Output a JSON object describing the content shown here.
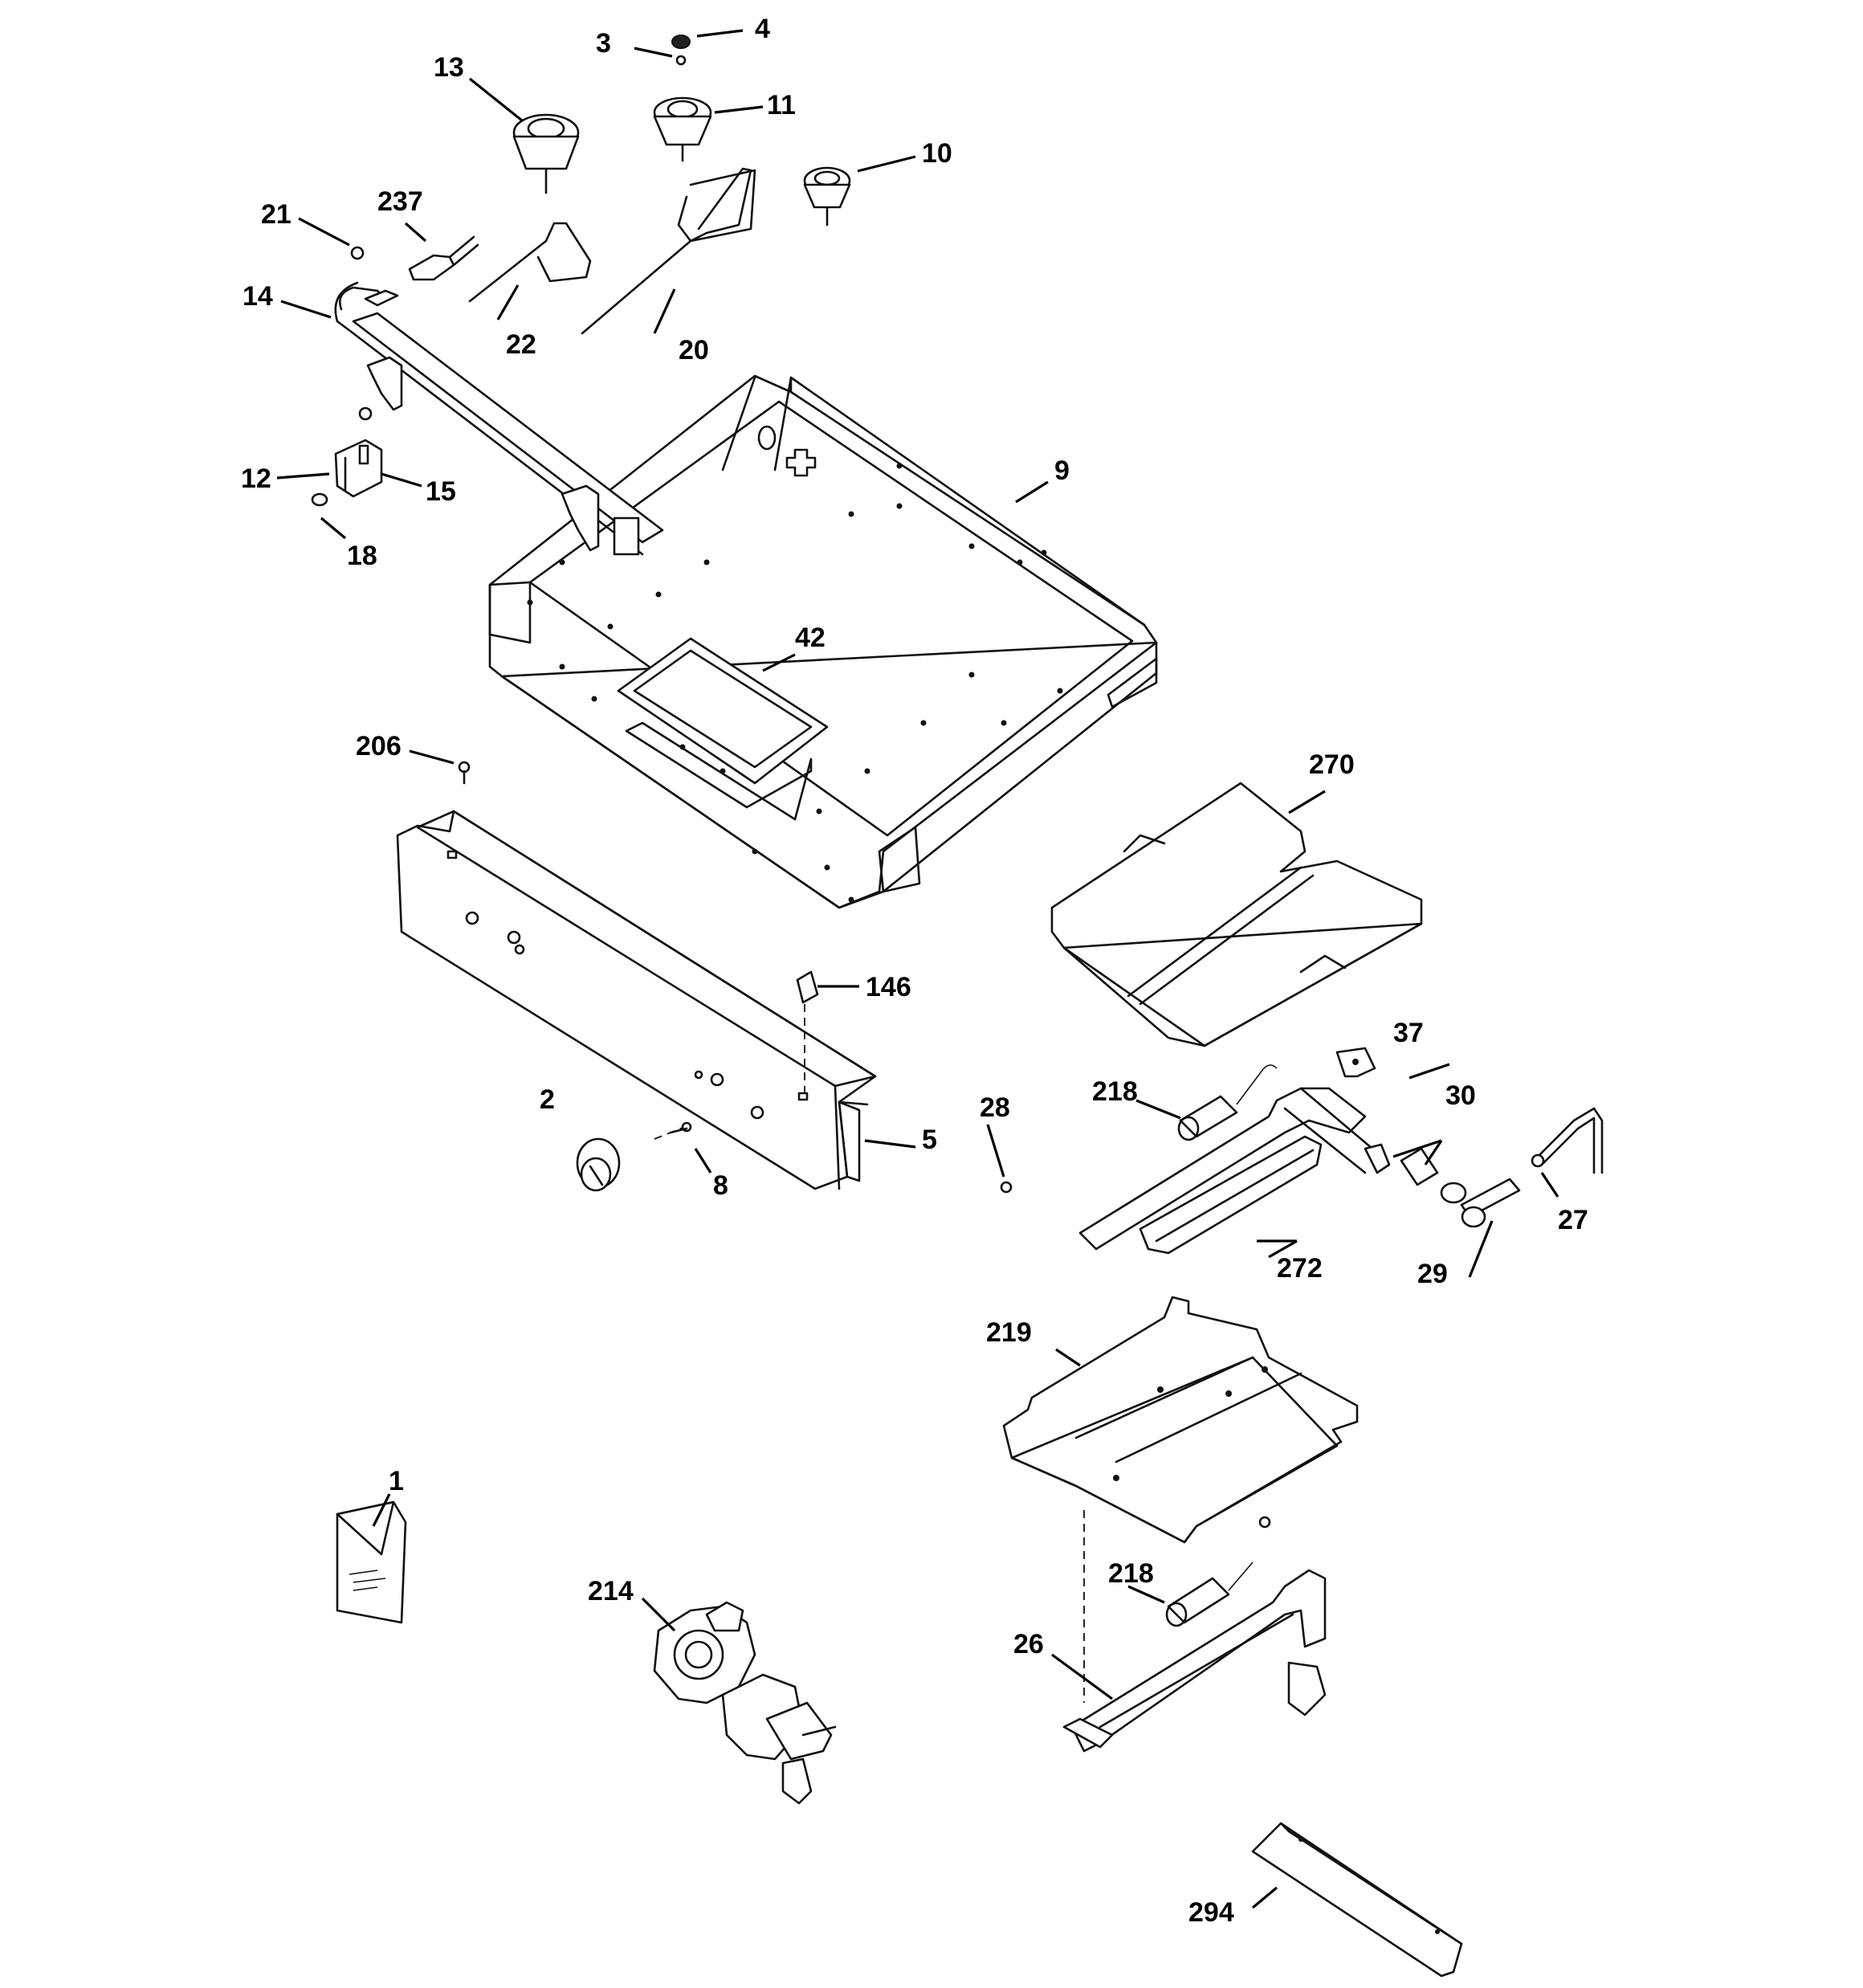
{
  "callouts": {
    "c1": "1",
    "c2": "2",
    "c3": "3",
    "c4": "4",
    "c5": "5",
    "c8": "8",
    "c9": "9",
    "c10": "10",
    "c11": "11",
    "c12": "12",
    "c13": "13",
    "c14": "14",
    "c15": "15",
    "c18": "18",
    "c20": "20",
    "c21": "21",
    "c22": "22",
    "c26": "26",
    "c27": "27",
    "c28": "28",
    "c29": "29",
    "c30": "30",
    "c37": "37",
    "c42": "42",
    "c146": "146",
    "c206": "206",
    "c214": "214",
    "c218a": "218",
    "c218b": "218",
    "c219": "219",
    "c237": "237",
    "c270": "270",
    "c272": "272",
    "c294": "294"
  }
}
